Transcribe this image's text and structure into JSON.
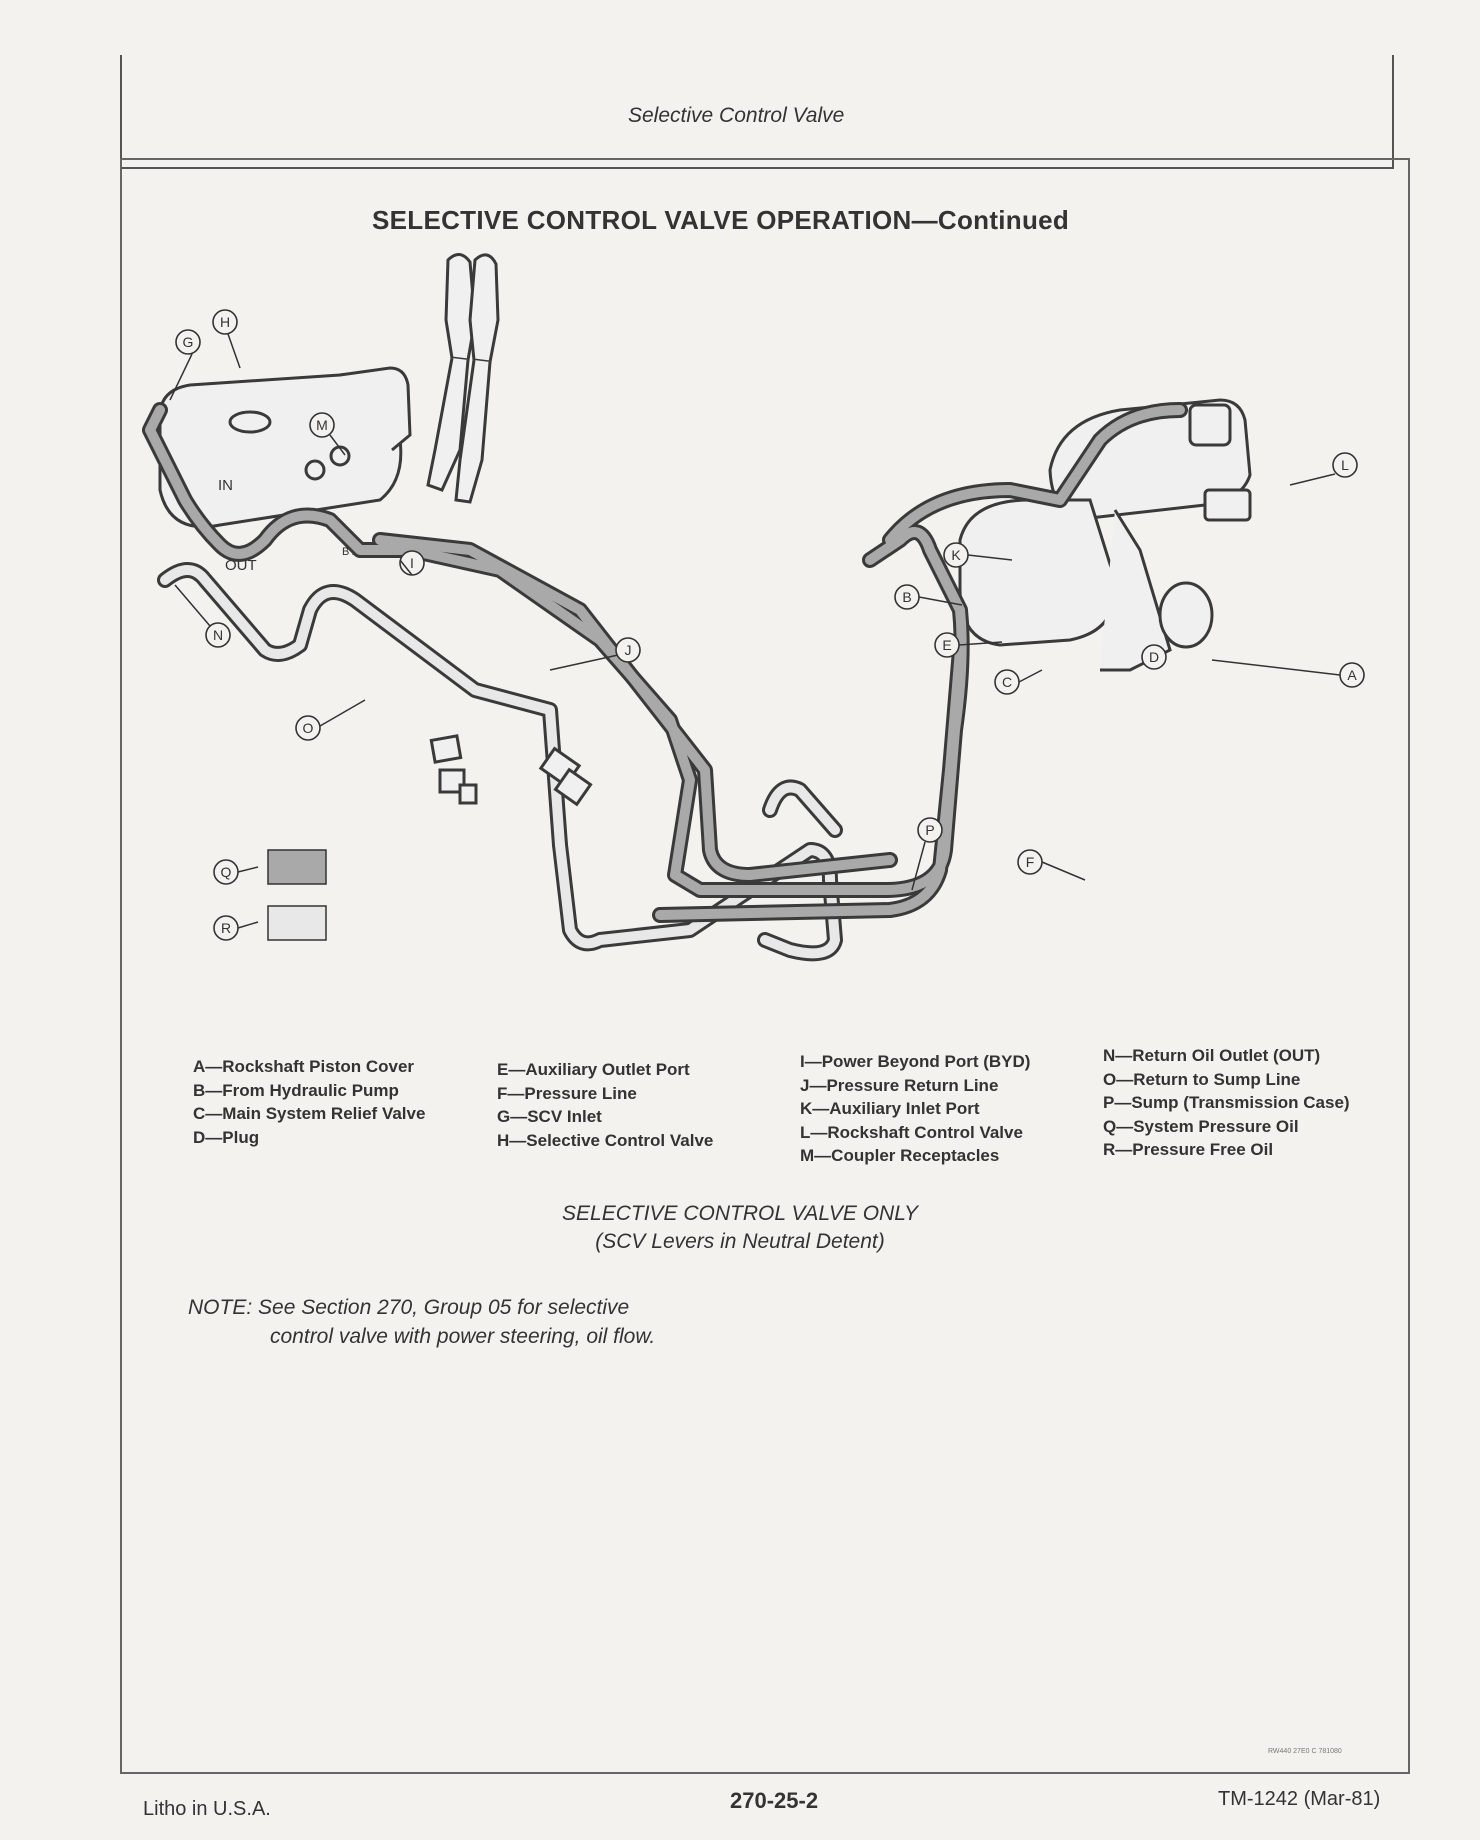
{
  "header": {
    "title": "Selective Control Valve"
  },
  "section": {
    "heading": "SELECTIVE CONTROL VALVE OPERATION—Continued"
  },
  "diagram": {
    "callouts": [
      "A",
      "B",
      "C",
      "D",
      "E",
      "F",
      "G",
      "H",
      "I",
      "J",
      "K",
      "L",
      "M",
      "N",
      "O",
      "P",
      "Q",
      "R"
    ],
    "port_labels": {
      "in": "IN",
      "out": "OUT",
      "byp": "BYP"
    },
    "colors": {
      "pressure_oil": "#a9a9a9",
      "free_oil": "#e8e8e8",
      "line": "#3a3a3a"
    }
  },
  "legend": {
    "col1": [
      "A—Rockshaft Piston Cover",
      "B—From Hydraulic Pump",
      "C—Main System Relief Valve",
      "D—Plug"
    ],
    "col2": [
      "E—Auxiliary Outlet Port",
      "F—Pressure Line",
      "G—SCV Inlet",
      "H—Selective Control Valve"
    ],
    "col3": [
      "I—Power Beyond Port (BYD)",
      "J—Pressure Return Line",
      "K—Auxiliary Inlet Port",
      "L—Rockshaft Control Valve",
      "M—Coupler Receptacles"
    ],
    "col4": [
      "N—Return Oil Outlet (OUT)",
      "O—Return to Sump Line",
      "P—Sump (Transmission Case)",
      "Q—System Pressure Oil",
      "R—Pressure Free Oil"
    ]
  },
  "caption": {
    "line1": "SELECTIVE CONTROL VALVE ONLY",
    "line2": "(SCV Levers in Neutral Detent)"
  },
  "note": {
    "line1": "NOTE: See Section 270, Group 05 for selective",
    "line2": "control valve with power steering, oil flow."
  },
  "image_code": "RW440 27E0 C 781080",
  "footer": {
    "left": "Litho in U.S.A.",
    "center": "270-25-2",
    "right": "TM-1242 (Mar-81)"
  }
}
